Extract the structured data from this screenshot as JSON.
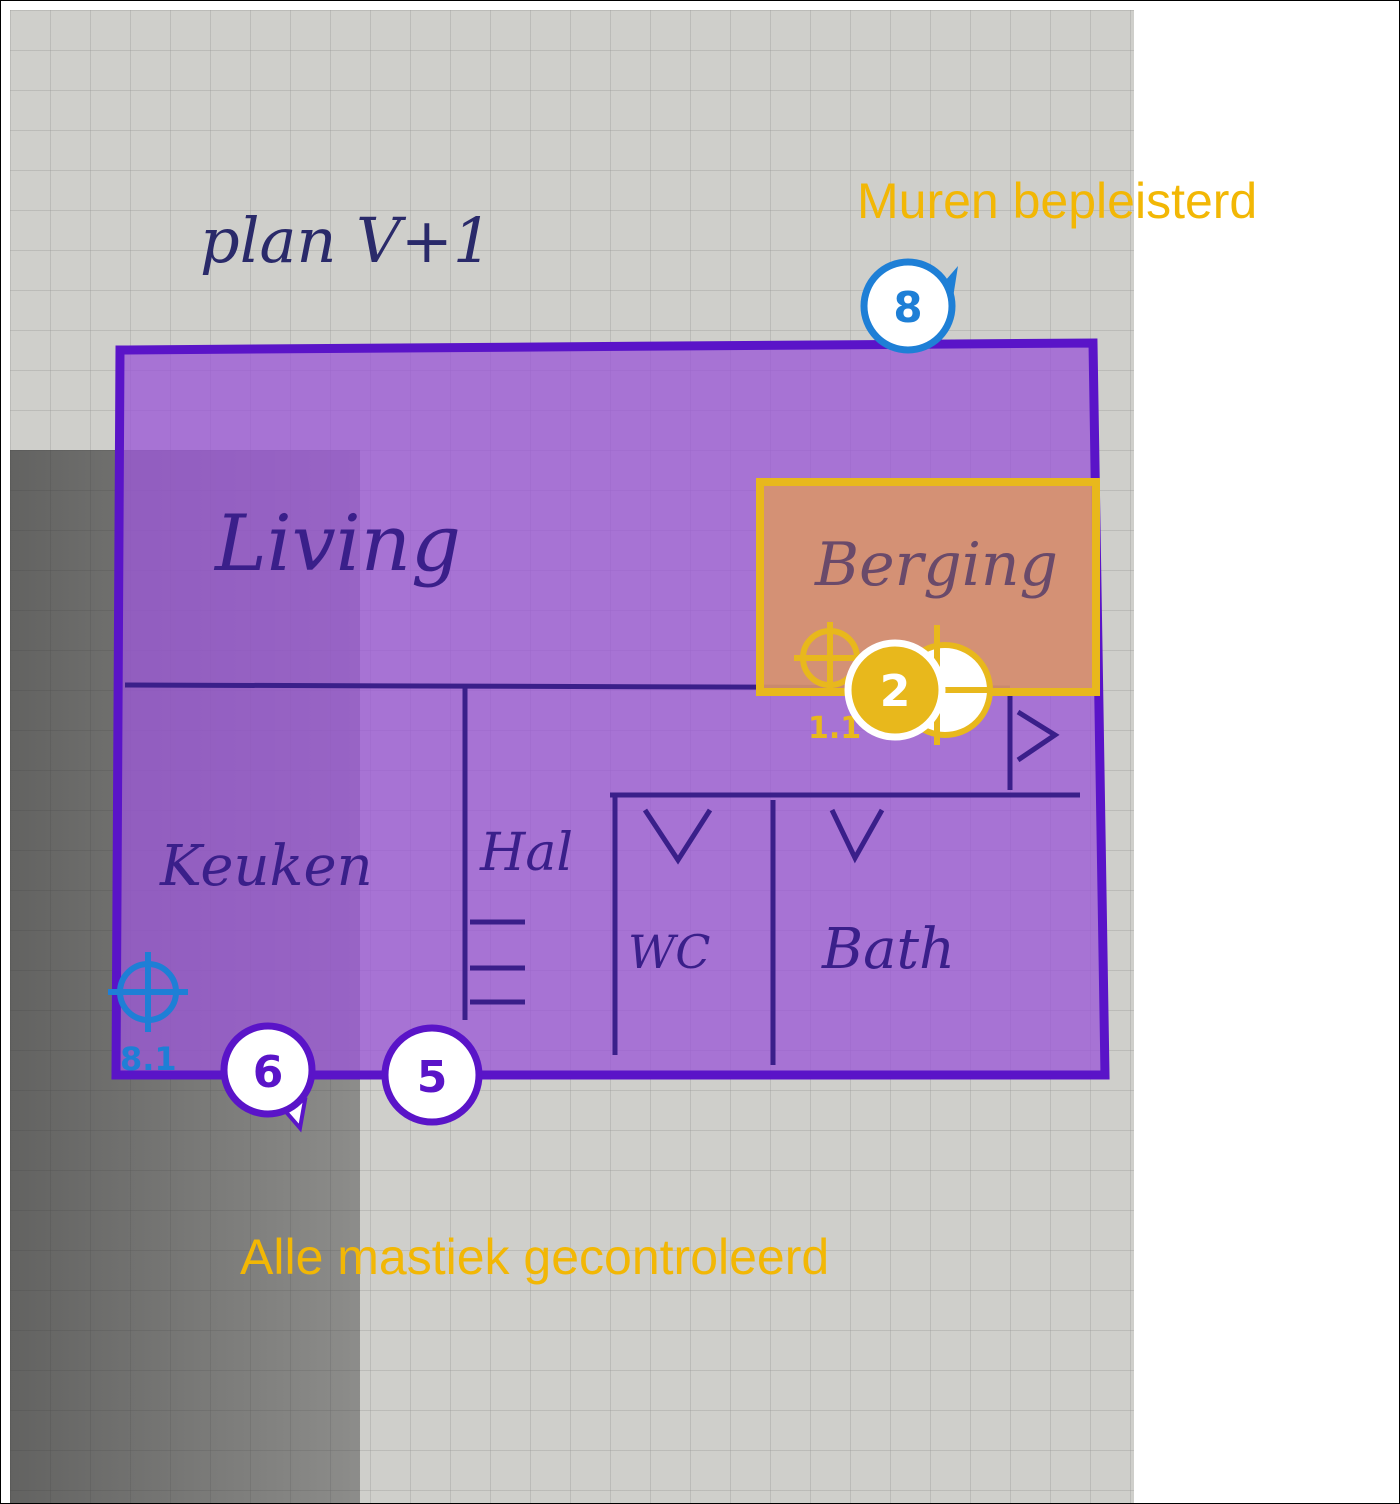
{
  "document": {
    "handwritten_title": "plan V+1",
    "rooms": {
      "living": "Living",
      "berging": "Berging",
      "keuken": "Keuken",
      "hal": "Hal",
      "wc": "WC",
      "bath": "Bath"
    }
  },
  "annotations": {
    "text_top": "Muren bepleisterd",
    "text_bottom": "Alle mastiek gecontroleerd",
    "pins": [
      {
        "label": "8"
      },
      {
        "label": "2"
      },
      {
        "label": "6"
      },
      {
        "label": "5"
      }
    ],
    "targets": [
      {
        "label": "1.1"
      },
      {
        "label": "8.1"
      }
    ]
  },
  "colors": {
    "area_fill": "#9b59d6",
    "area_stroke": "#5a14c8",
    "highlight": "#e8b81c",
    "highlight_fill": "#d9956a",
    "pin_blue": "#1e7fd6",
    "text_yellow": "#f2b705"
  }
}
